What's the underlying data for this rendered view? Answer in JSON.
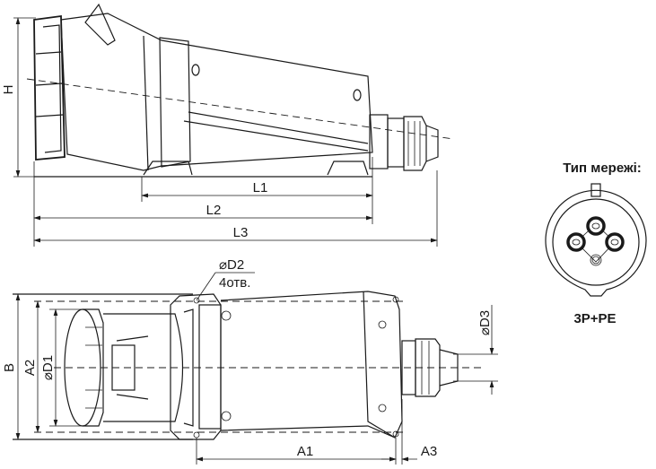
{
  "side_view": {
    "dimensions": {
      "L1": "L1",
      "L2": "L2",
      "L3": "L3",
      "H": "H"
    }
  },
  "top_view": {
    "dimensions": {
      "B": "B",
      "A2": "A2",
      "D1": "⌀D1",
      "D2": "⌀D2",
      "holes": "4отв.",
      "D3": "⌀D3",
      "A1": "A1",
      "A3": "A3"
    }
  },
  "network": {
    "title": "Тип мережі:",
    "type": "3P+PE"
  }
}
